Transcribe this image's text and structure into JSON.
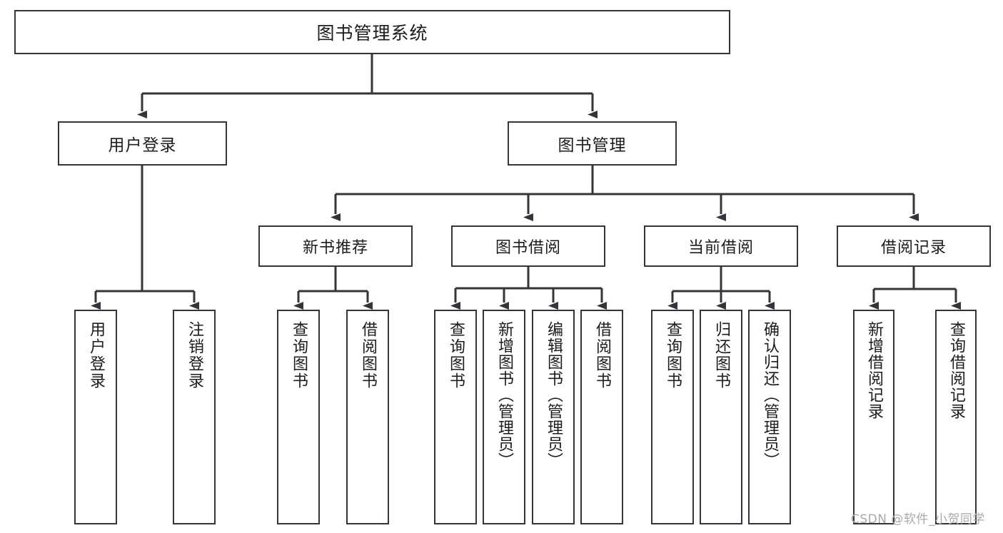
{
  "diagram": {
    "title": "图书管理系统",
    "root": {
      "label": "图书管理系统"
    },
    "level2": [
      {
        "label": "用户登录"
      },
      {
        "label": "图书管理"
      }
    ],
    "level3": [
      {
        "label": "新书推荐"
      },
      {
        "label": "图书借阅"
      },
      {
        "label": "当前借阅"
      },
      {
        "label": "借阅记录"
      }
    ],
    "leaves": {
      "user_login": [
        {
          "label": "用户登录"
        },
        {
          "label": "注销登录"
        }
      ],
      "new_book_recommend": [
        {
          "label": "查询图书"
        },
        {
          "label": "借阅图书"
        }
      ],
      "book_borrow": [
        {
          "label": "查询图书"
        },
        {
          "label": "新增图书（管理员）"
        },
        {
          "label": "编辑图书（管理员）"
        },
        {
          "label": "借阅图书"
        }
      ],
      "current_borrow": [
        {
          "label": "查询图书"
        },
        {
          "label": "归还图书"
        },
        {
          "label": "确认归还（管理员）"
        }
      ],
      "borrow_record": [
        {
          "label": "新增借阅记录"
        },
        {
          "label": "查询借阅记录"
        }
      ]
    }
  },
  "watermark": {
    "text": "CSDN @软件_小贺同学"
  },
  "colors": {
    "border": "#33353a",
    "background": "#ffffff",
    "text": "#1c1c1c",
    "watermark": "#a9a9a9"
  },
  "chart_data": {
    "type": "diagram",
    "title": "图书管理系统",
    "nodes": [
      {
        "id": "root",
        "label": "图书管理系统",
        "level": 1
      },
      {
        "id": "user_login",
        "label": "用户登录",
        "level": 2
      },
      {
        "id": "book_mgmt",
        "label": "图书管理",
        "level": 2
      },
      {
        "id": "new_book_recommend",
        "label": "新书推荐",
        "level": 3
      },
      {
        "id": "book_borrow",
        "label": "图书借阅",
        "level": 3
      },
      {
        "id": "current_borrow",
        "label": "当前借阅",
        "level": 3
      },
      {
        "id": "borrow_record",
        "label": "借阅记录",
        "level": 3
      },
      {
        "id": "leaf_user_login",
        "label": "用户登录",
        "level": 4
      },
      {
        "id": "leaf_logout",
        "label": "注销登录",
        "level": 4
      },
      {
        "id": "leaf_query_book_1",
        "label": "查询图书",
        "level": 4
      },
      {
        "id": "leaf_borrow_book_1",
        "label": "借阅图书",
        "level": 4
      },
      {
        "id": "leaf_query_book_2",
        "label": "查询图书",
        "level": 4
      },
      {
        "id": "leaf_add_book",
        "label": "新增图书（管理员）",
        "level": 4
      },
      {
        "id": "leaf_edit_book",
        "label": "编辑图书（管理员）",
        "level": 4
      },
      {
        "id": "leaf_borrow_book_2",
        "label": "借阅图书",
        "level": 4
      },
      {
        "id": "leaf_query_book_3",
        "label": "查询图书",
        "level": 4
      },
      {
        "id": "leaf_return_book",
        "label": "归还图书",
        "level": 4
      },
      {
        "id": "leaf_confirm_return",
        "label": "确认归还（管理员）",
        "level": 4
      },
      {
        "id": "leaf_add_record",
        "label": "新增借阅记录",
        "level": 4
      },
      {
        "id": "leaf_query_record",
        "label": "查询借阅记录",
        "level": 4
      }
    ],
    "edges": [
      {
        "from": "root",
        "to": "user_login"
      },
      {
        "from": "root",
        "to": "book_mgmt"
      },
      {
        "from": "book_mgmt",
        "to": "new_book_recommend"
      },
      {
        "from": "book_mgmt",
        "to": "book_borrow"
      },
      {
        "from": "book_mgmt",
        "to": "current_borrow"
      },
      {
        "from": "book_mgmt",
        "to": "borrow_record"
      },
      {
        "from": "user_login",
        "to": "leaf_user_login"
      },
      {
        "from": "user_login",
        "to": "leaf_logout"
      },
      {
        "from": "new_book_recommend",
        "to": "leaf_query_book_1"
      },
      {
        "from": "new_book_recommend",
        "to": "leaf_borrow_book_1"
      },
      {
        "from": "book_borrow",
        "to": "leaf_query_book_2"
      },
      {
        "from": "book_borrow",
        "to": "leaf_add_book"
      },
      {
        "from": "book_borrow",
        "to": "leaf_edit_book"
      },
      {
        "from": "book_borrow",
        "to": "leaf_borrow_book_2"
      },
      {
        "from": "current_borrow",
        "to": "leaf_query_book_3"
      },
      {
        "from": "current_borrow",
        "to": "leaf_return_book"
      },
      {
        "from": "current_borrow",
        "to": "leaf_confirm_return"
      },
      {
        "from": "borrow_record",
        "to": "leaf_add_record"
      },
      {
        "from": "borrow_record",
        "to": "leaf_query_record"
      }
    ]
  }
}
